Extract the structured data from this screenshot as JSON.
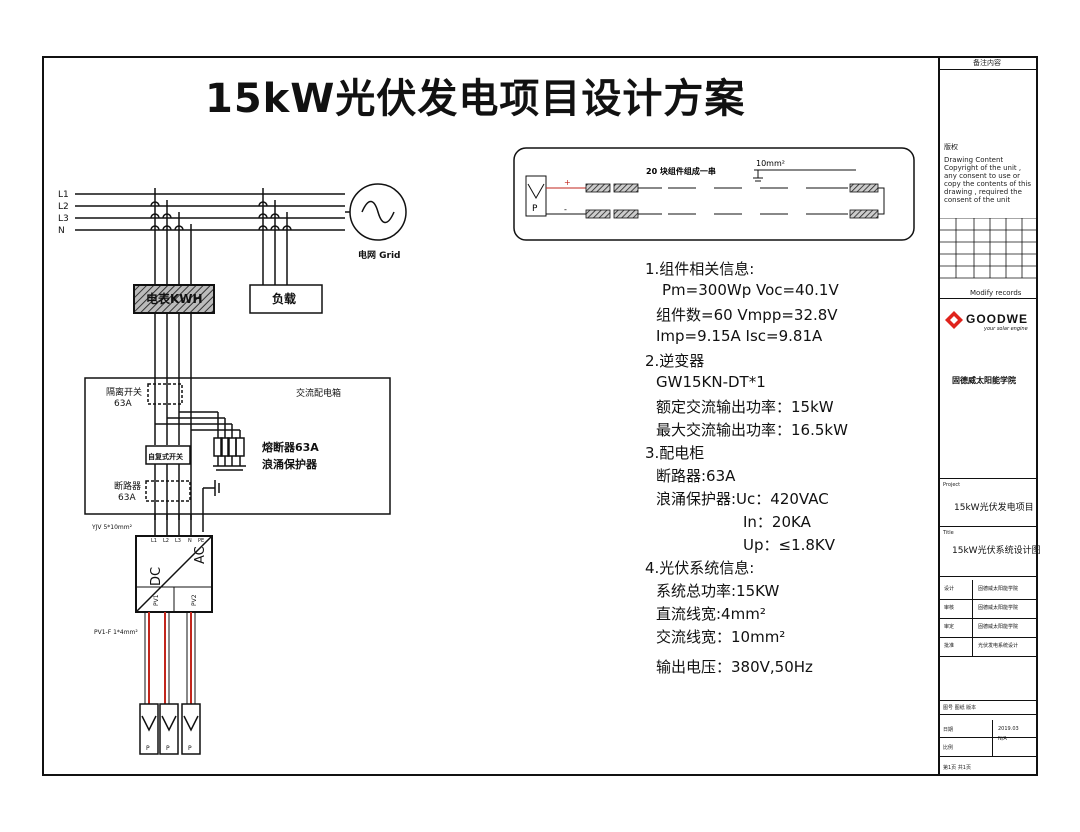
{
  "title": "15kW光伏发电项目设计方案",
  "circuit": {
    "lines": [
      "L1",
      "L2",
      "L3",
      "N"
    ],
    "grid_label": "电网 Grid",
    "meter_label": "电表KWH",
    "load_label": "负载",
    "ac_box_label": "交流配电箱",
    "isolator_label": "隔离开关",
    "isolator_rating": "63A",
    "auto_reset_label": "自复式开关",
    "breaker_label": "断路器",
    "breaker_rating": "63A",
    "fuse_label": "熔断器63A",
    "spd_label": "浪涌保护器",
    "ac_cable_label": "YJV 5*10mm²",
    "terminals": [
      "L1",
      "L2",
      "L3",
      "N",
      "PE"
    ],
    "inverter_dc": "DC",
    "inverter_ac": "AC",
    "pv_inputs": [
      "PV1",
      "PV2"
    ],
    "dc_cable_label": "PV1-F 1*4mm²",
    "panel_letter": "P"
  },
  "string_diagram": {
    "caption": "20 块组件组成一串",
    "cable": "10mm²",
    "plus": "+",
    "minus": "-",
    "panel_letter": "P"
  },
  "specs": {
    "s1": "1.组件相关信息:",
    "s1a": "Pm=300Wp Voc=40.1V",
    "s1b": "组件数=60  Vmpp=32.8V",
    "s1c": "Imp=9.15A   Isc=9.81A",
    "s2": "2.逆变器",
    "s2a": "GW15KN-DT*1",
    "s2b": "额定交流输出功率：15kW",
    "s2c": "最大交流输出功率：16.5kW",
    "s3": "3.配电柜",
    "s3a": "断路器:63A",
    "s3b": "浪涌保护器:Uc：420VAC",
    "s3c": "In：20KA",
    "s3d": "Up：≤1.8KV",
    "s4": "4.光伏系统信息:",
    "s4a": "系统总功率:15KW",
    "s4b": "直流线宽:4mm²",
    "s4c": "交流线宽：10mm²",
    "s4d": "输出电压：380V,50Hz"
  },
  "title_block": {
    "header": "备注内容",
    "copyright_label": "版权",
    "copyright": "Drawing Content Copyright of the unit , any consent to use or copy the contents of this drawing , required the consent of the unit",
    "modify_records": "Modify records",
    "brand": "GOODWE",
    "brand_slogan": "your solar engine",
    "brand_color": "#e0231c",
    "academy": "固德威太阳能学院",
    "project_label": "Project",
    "project": "15kW光伏发电项目",
    "drawing_label": "Title",
    "drawing": "15kW光伏系统设计图",
    "sign_rows": [
      {
        "role": "设计",
        "name": "固德威太阳能学院"
      },
      {
        "role": "审核",
        "name": "固德威太阳能学院"
      },
      {
        "role": "审定",
        "name": "固德威太阳能学院"
      },
      {
        "role": "批准",
        "name": "光伏发电系统设计"
      }
    ],
    "bottom_note": "图号 图纸 版本",
    "date_label": "日期",
    "date_value": "2019.03",
    "scale_label": "比例",
    "scale_value": "N/A",
    "page_label": "第1页 共1页"
  }
}
